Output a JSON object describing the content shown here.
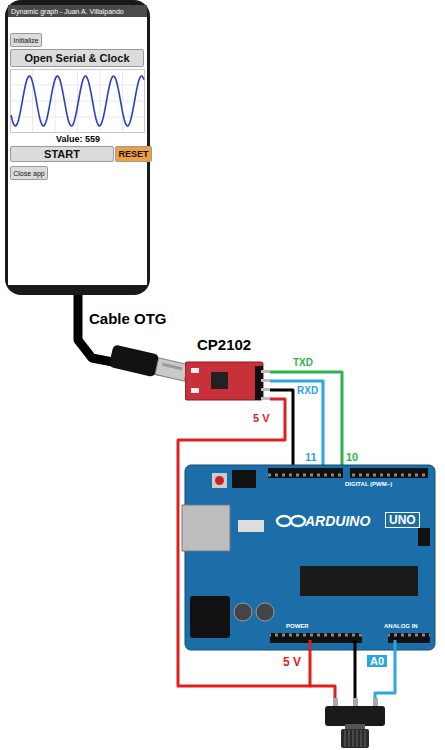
{
  "diagram": {
    "nodes": [
      {
        "text": [
          "Dynamic graph - Juan A. Villalpando"
        ]
      },
      {
        "text": [
          "Initialize"
        ],
        "in": 0
      },
      {
        "text": [
          "Open Serial & Clock"
        ],
        "in": 0
      },
      {
        "text": [
          "START"
        ],
        "in": 0
      },
      {
        "text": [
          "RESET"
        ],
        "in": 0
      },
      {
        "text": [
          "Close app"
        ],
        "in": 0
      },
      {
        "text": [
          "CP2102"
        ]
      },
      {
        "text": [
          "ARDUINO",
          "UNO"
        ]
      }
    ],
    "edges": [
      {
        "from": 0,
        "to": 6,
        "arrow": "none",
        "label": "Cable OTG"
      },
      {
        "from": 6,
        "to": 7,
        "arrow": "none",
        "label": "TXD"
      },
      {
        "from": 6,
        "to": 7,
        "arrow": "none",
        "label": "RXD"
      },
      {
        "from": 6,
        "to": 7,
        "arrow": "none"
      },
      {
        "from": 6,
        "to": 7,
        "arrow": "none",
        "label": "5 V"
      }
    ],
    "labels": [
      "Value: 559",
      "11",
      "10",
      "5 V",
      "A0",
      "DIGITAL (PWM~)",
      "POWER",
      "ANALOG IN"
    ]
  }
}
